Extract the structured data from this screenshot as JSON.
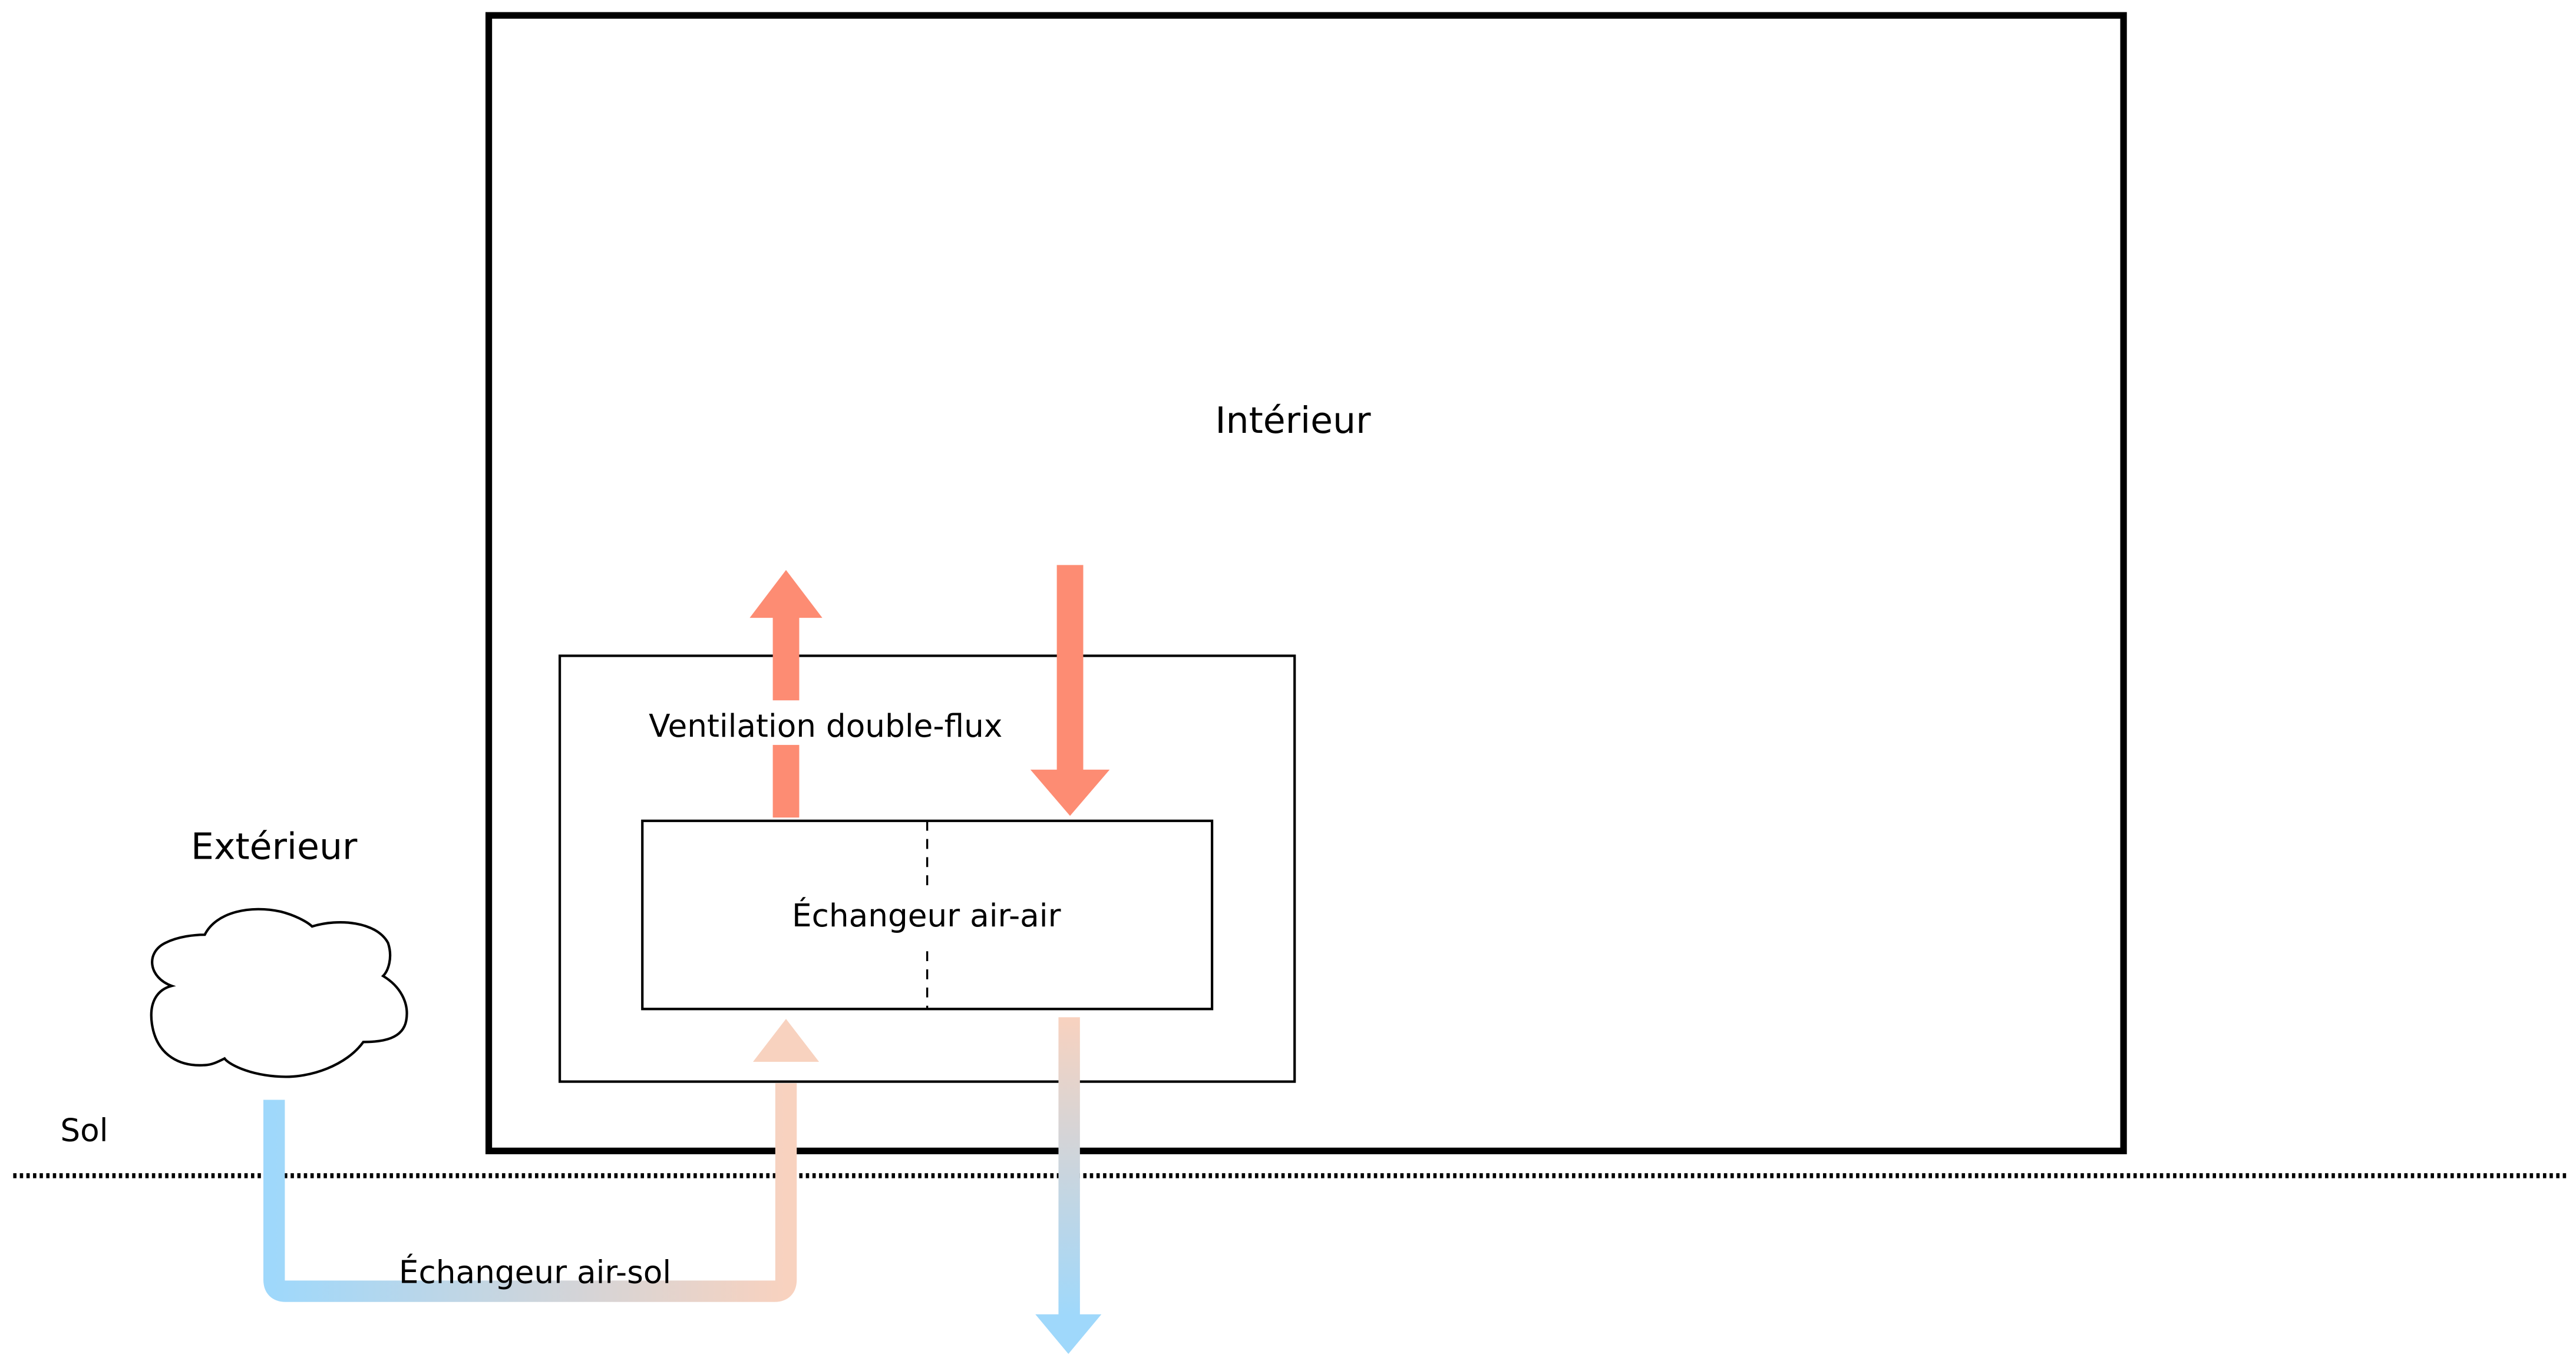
{
  "labels": {
    "interior": "Intérieur",
    "exterior": "Extérieur",
    "ground": "Sol",
    "ventilation": "Ventilation double-flux",
    "air_air_exchanger": "Échangeur air-air",
    "air_ground_exchanger": "Échangeur air-sol"
  },
  "colors": {
    "warm_arrow": "#fd8c73",
    "warm_pipe": "#f8d2bf",
    "cold_pipe": "#9fd8fb",
    "outline": "#000000"
  },
  "icons": {
    "cloud": "cloud-icon"
  }
}
